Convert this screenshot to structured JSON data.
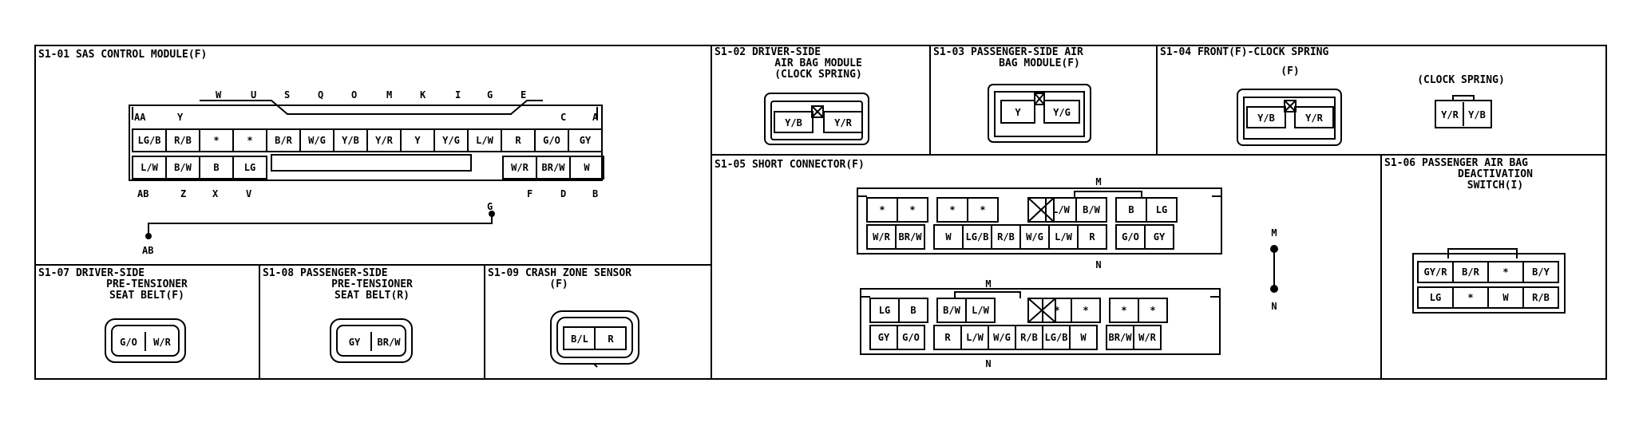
{
  "s101": {
    "title": "S1-01 SAS CONTROL MODULE(F)",
    "top_letters": [
      "W",
      "U",
      "S",
      "Q",
      "O",
      "M",
      "K",
      "I",
      "G",
      "E"
    ],
    "top_left": [
      "AA",
      "Y"
    ],
    "top_right": [
      "C",
      "A"
    ],
    "row1": [
      "LG/B",
      "R/B",
      "*",
      "*",
      "B/R",
      "W/G",
      "Y/B",
      "Y/R",
      "Y",
      "Y/G",
      "L/W",
      "R",
      "G/O",
      "GY"
    ],
    "row2_left": [
      "L/W",
      "B/W",
      "B",
      "LG"
    ],
    "row2_right": [
      "W/R",
      "BR/W",
      "W"
    ],
    "bottom_left": [
      "AB",
      "Z",
      "X",
      "V"
    ],
    "bottom_right": [
      "F",
      "D",
      "B"
    ],
    "short_g": "G",
    "short_ab": "AB"
  },
  "s102": {
    "title": "S1-02 DRIVER-SIDE",
    "title2": "AIR BAG MODULE",
    "title3": "(CLOCK SPRING)",
    "pins": [
      "Y/B",
      "Y/R"
    ]
  },
  "s103": {
    "title": "S1-03 PASSENGER-SIDE AIR",
    "title2": "BAG MODULE(F)",
    "pins": [
      "Y",
      "Y/G"
    ]
  },
  "s104": {
    "title": "S1-04 FRONT(F)-CLOCK SPRING",
    "sub_left": "(F)",
    "sub_right": "(CLOCK SPRING)",
    "left_pins": [
      "Y/B",
      "Y/R"
    ],
    "right_pins": [
      "Y/R",
      "Y/B"
    ]
  },
  "s105": {
    "title": "S1-05 SHORT CONNECTOR(F)",
    "upper_row1": [
      "*",
      "*",
      "*",
      "*",
      "L/W",
      "B/W",
      "B",
      "LG"
    ],
    "upper_row2": [
      "W/R",
      "BR/W",
      "W",
      "LG/B",
      "R/B",
      "W/G",
      "L/W",
      "R",
      "G/O",
      "GY"
    ],
    "lower_row1": [
      "LG",
      "B",
      "B/W",
      "L/W",
      "*",
      "*",
      "*",
      "*"
    ],
    "lower_row2": [
      "GY",
      "G/O",
      "R",
      "L/W",
      "W/G",
      "R/B",
      "LG/B",
      "W",
      "BR/W",
      "W/R"
    ],
    "m": "M",
    "n": "N"
  },
  "s106": {
    "title": "S1-06 PASSENGER AIR BAG",
    "title2": "DEACTIVATION",
    "title3": "SWITCH(I)",
    "row1": [
      "GY/R",
      "B/R",
      "*",
      "B/Y"
    ],
    "row2": [
      "LG",
      "*",
      "W",
      "R/B"
    ]
  },
  "s107": {
    "title": "S1-07 DRIVER-SIDE",
    "title2": "PRE-TENSIONER",
    "title3": "SEAT BELT(F)",
    "pins": [
      "G/O",
      "W/R"
    ]
  },
  "s108": {
    "title": "S1-08 PASSENGER-SIDE",
    "title2": "PRE-TENSIONER",
    "title3": "SEAT BELT(R)",
    "pins": [
      "GY",
      "BR/W"
    ]
  },
  "s109": {
    "title": "S1-09 CRASH ZONE SENSOR",
    "title2": "(F)",
    "pins": [
      "B/L",
      "R"
    ]
  }
}
